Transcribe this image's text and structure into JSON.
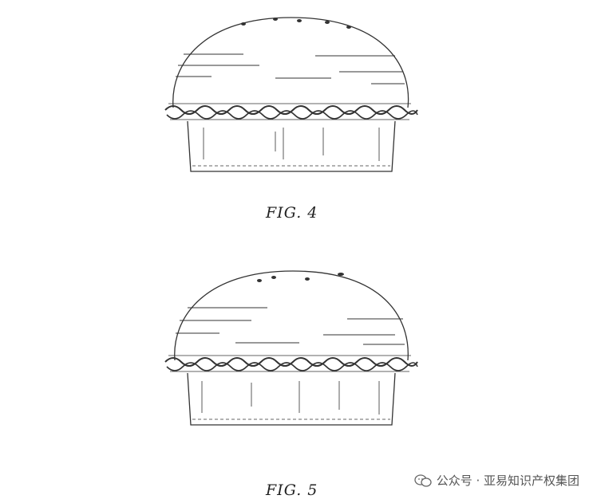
{
  "figures": [
    {
      "caption": "FIG. 4"
    },
    {
      "caption": "FIG. 5"
    }
  ],
  "watermark": {
    "text": "公众号 · 亚易知识产权集团",
    "icon": "wechat-icon"
  }
}
